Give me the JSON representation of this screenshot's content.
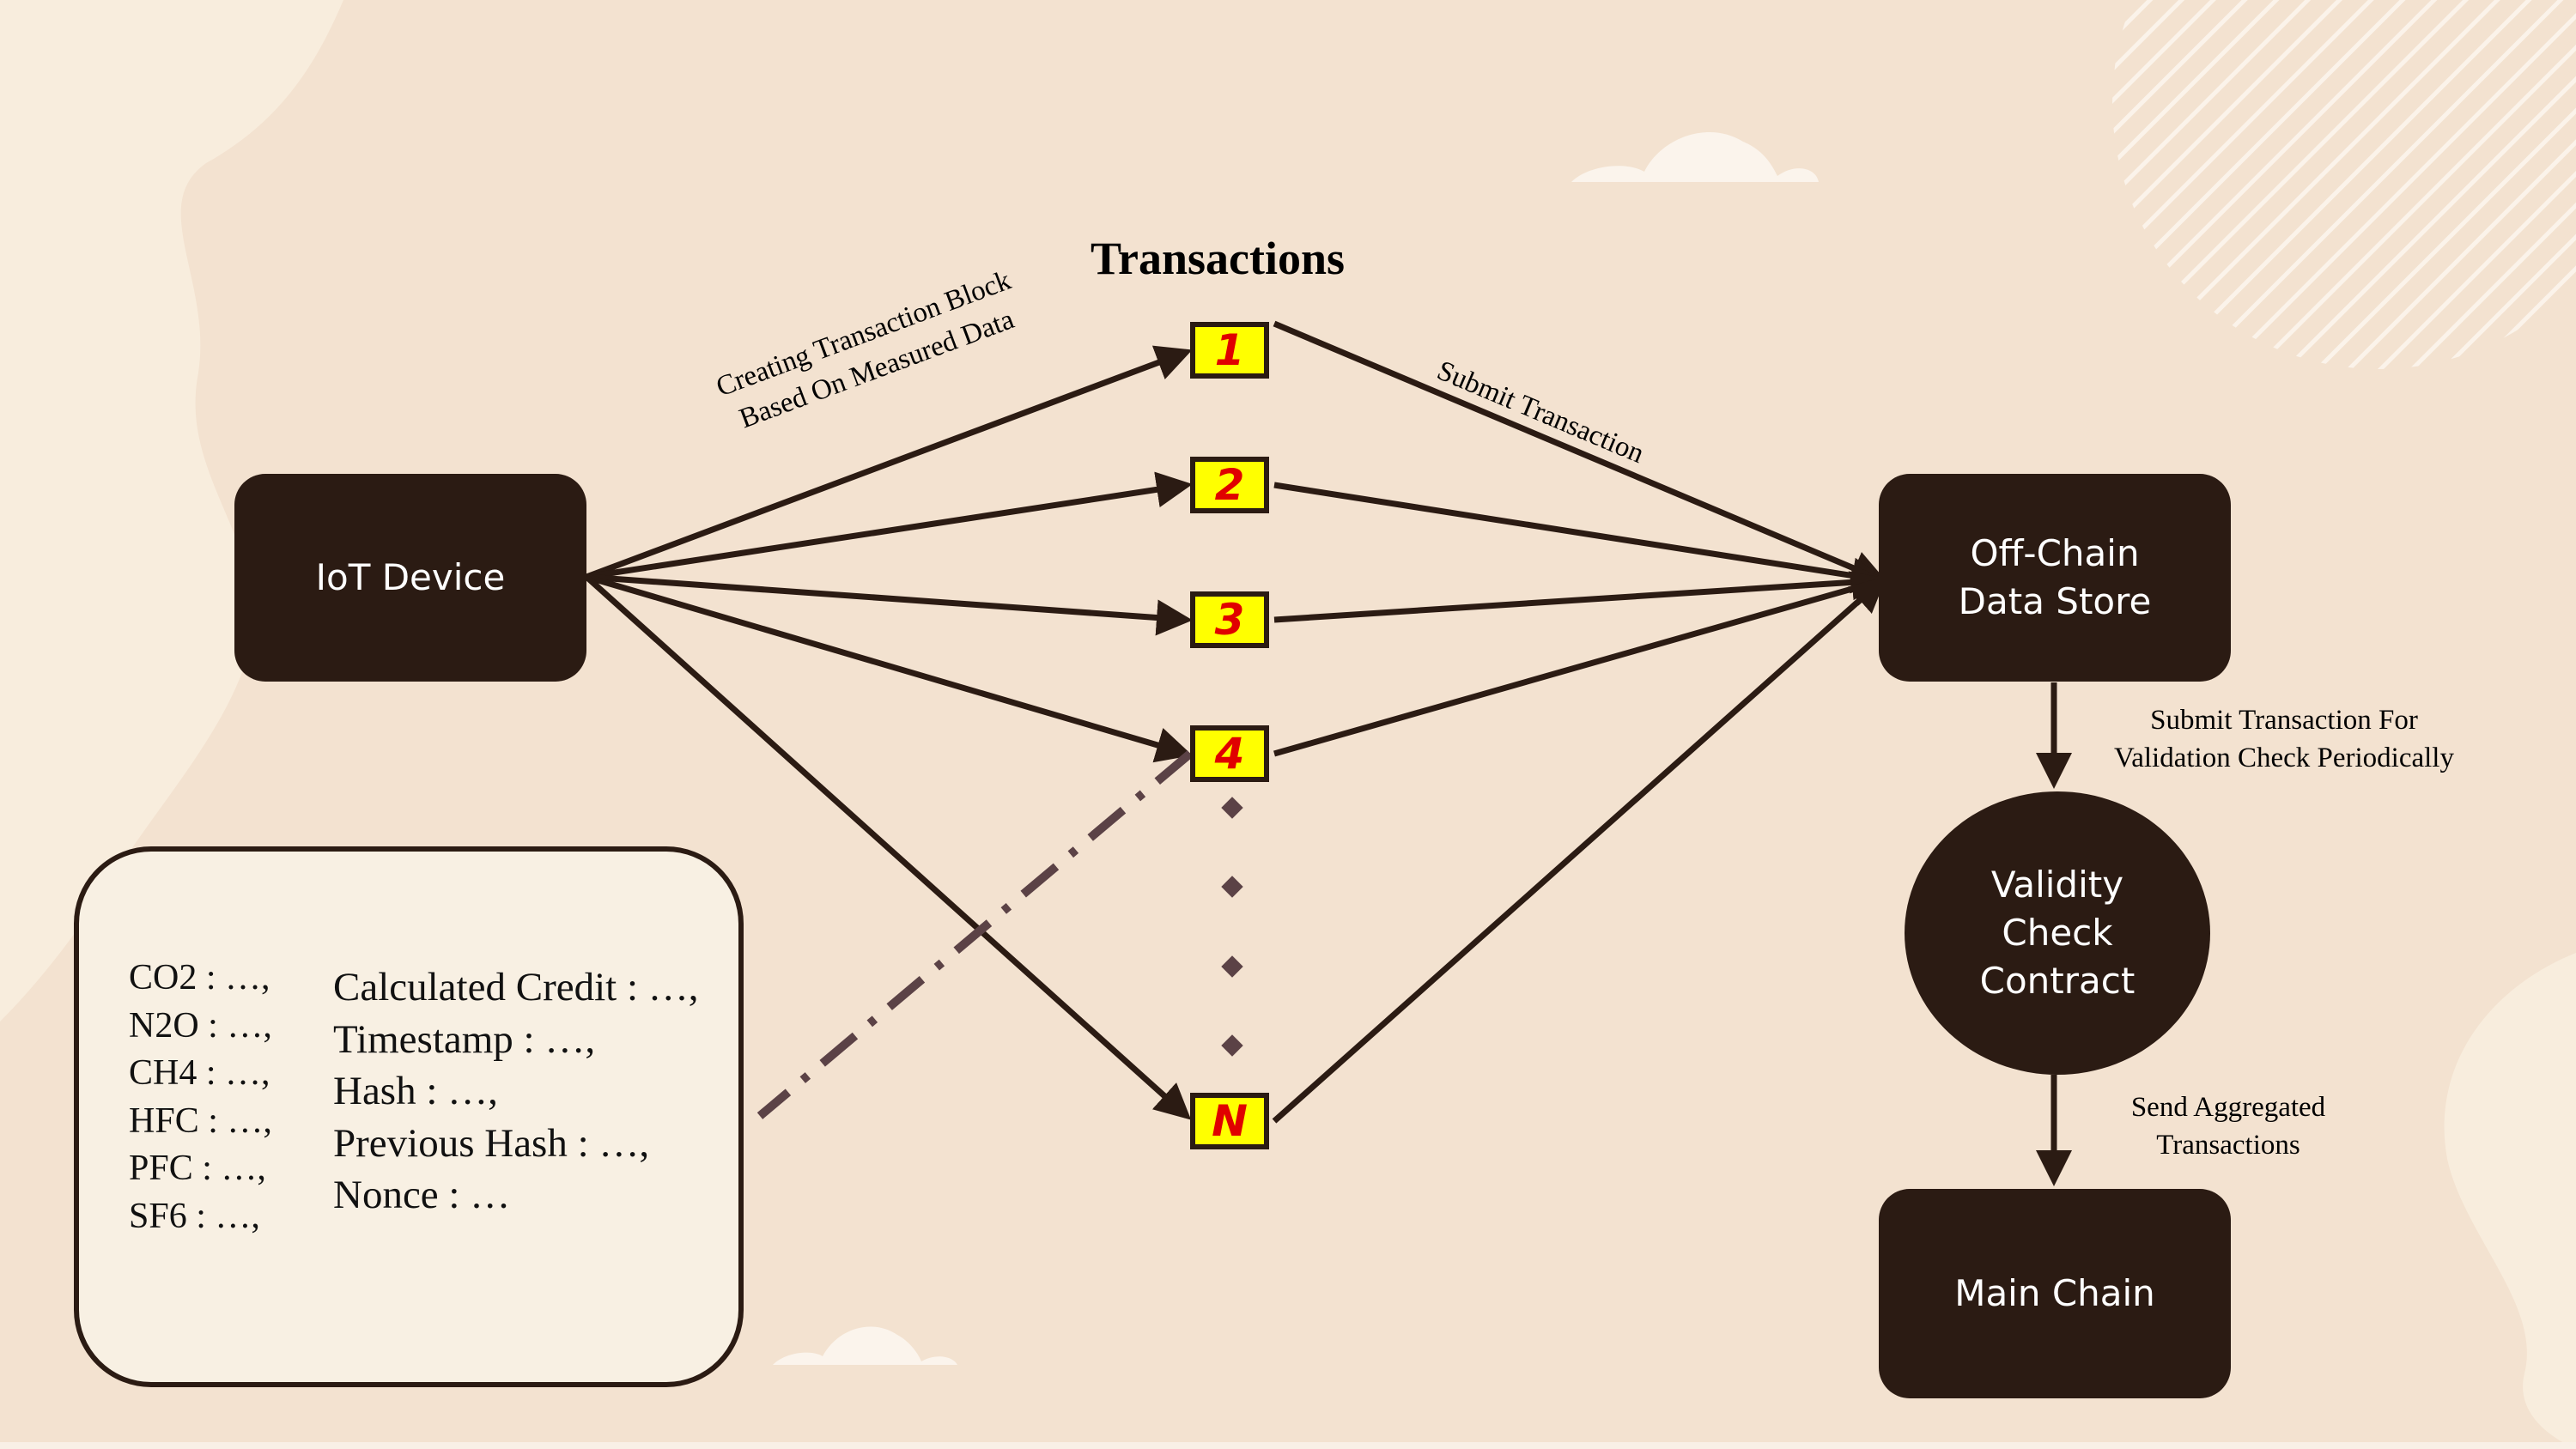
{
  "title": "Transactions",
  "nodes": {
    "iot": "IoT Device",
    "offchain": [
      "Off-Chain",
      "Data Store"
    ],
    "validity": [
      "Validity",
      "Check",
      "Contract"
    ],
    "mainchain": "Main Chain"
  },
  "transactions": [
    "1",
    "2",
    "3",
    "4",
    "N"
  ],
  "labels": {
    "creating": [
      "Creating Transaction Block",
      "Based On Measured Data"
    ],
    "submit": "Submit Transaction",
    "submit_validation": [
      "Submit Transaction For",
      "Validation Check Periodically"
    ],
    "send_aggregated": [
      "Send Aggregated",
      "Transactions"
    ]
  },
  "fields_left": [
    "CO2 : …,",
    "N2O : …,",
    "CH4 : …,",
    "HFC : …,",
    "PFC : …,",
    "SF6 : …,"
  ],
  "fields_right": [
    "Calculated Credit : …,",
    "Timestamp : …,",
    "Hash : …,",
    "Previous Hash : …,",
    "Nonce : …"
  ],
  "colors": {
    "background": "#f3e2d0",
    "node": "#2b1b13",
    "tx_fill": "#ffff00",
    "tx_text": "#e00000",
    "card": "#f8f0e3",
    "arrow": "#2b1b13",
    "dash": "#5b4246"
  }
}
